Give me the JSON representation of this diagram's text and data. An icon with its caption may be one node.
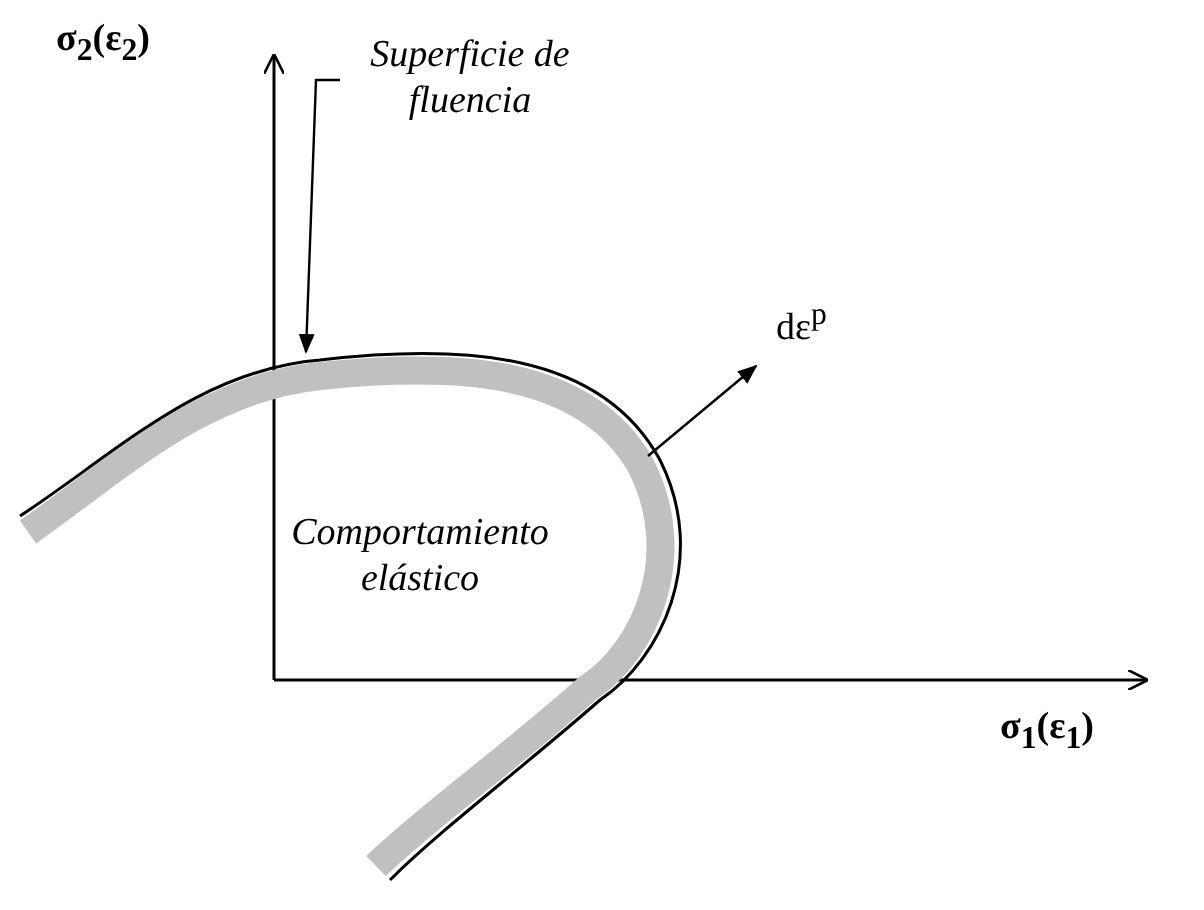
{
  "diagram": {
    "nodes": [
      {
        "text": [
          "Superficie de fluencia"
        ]
      },
      {
        "text": [],
        "shape": "curve"
      }
    ],
    "edges": [
      {
        "from": 0,
        "to": 1,
        "arrow": "to"
      }
    ],
    "labels": [
      "σ$_{2}$(ε$_{2}$)",
      "dε$^{p}$",
      "Comportamiento elástico",
      "σ$_{1}$(ε$_{1}$)"
    ]
  }
}
